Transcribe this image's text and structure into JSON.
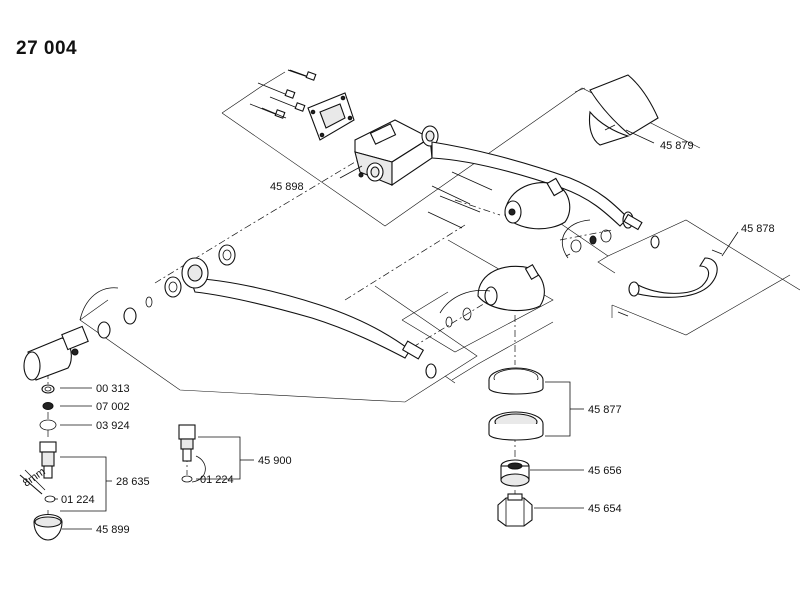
{
  "diagram": {
    "title": "27 004",
    "parts": [
      {
        "id": "45898",
        "label": "45 898"
      },
      {
        "id": "45879",
        "label": "45 879"
      },
      {
        "id": "45878",
        "label": "45 878"
      },
      {
        "id": "00313",
        "label": "00 313"
      },
      {
        "id": "07002",
        "label": "07 002"
      },
      {
        "id": "03924",
        "label": "03 924"
      },
      {
        "id": "28635",
        "label": "28 635"
      },
      {
        "id": "01224a",
        "label": "01 224"
      },
      {
        "id": "45899",
        "label": "45 899"
      },
      {
        "id": "45900",
        "label": "45 900"
      },
      {
        "id": "01224b",
        "label": "01 224"
      },
      {
        "id": "45877",
        "label": "45 877"
      },
      {
        "id": "45656",
        "label": "45 656"
      },
      {
        "id": "45654",
        "label": "45 654"
      }
    ],
    "tool_label": "8mm"
  }
}
